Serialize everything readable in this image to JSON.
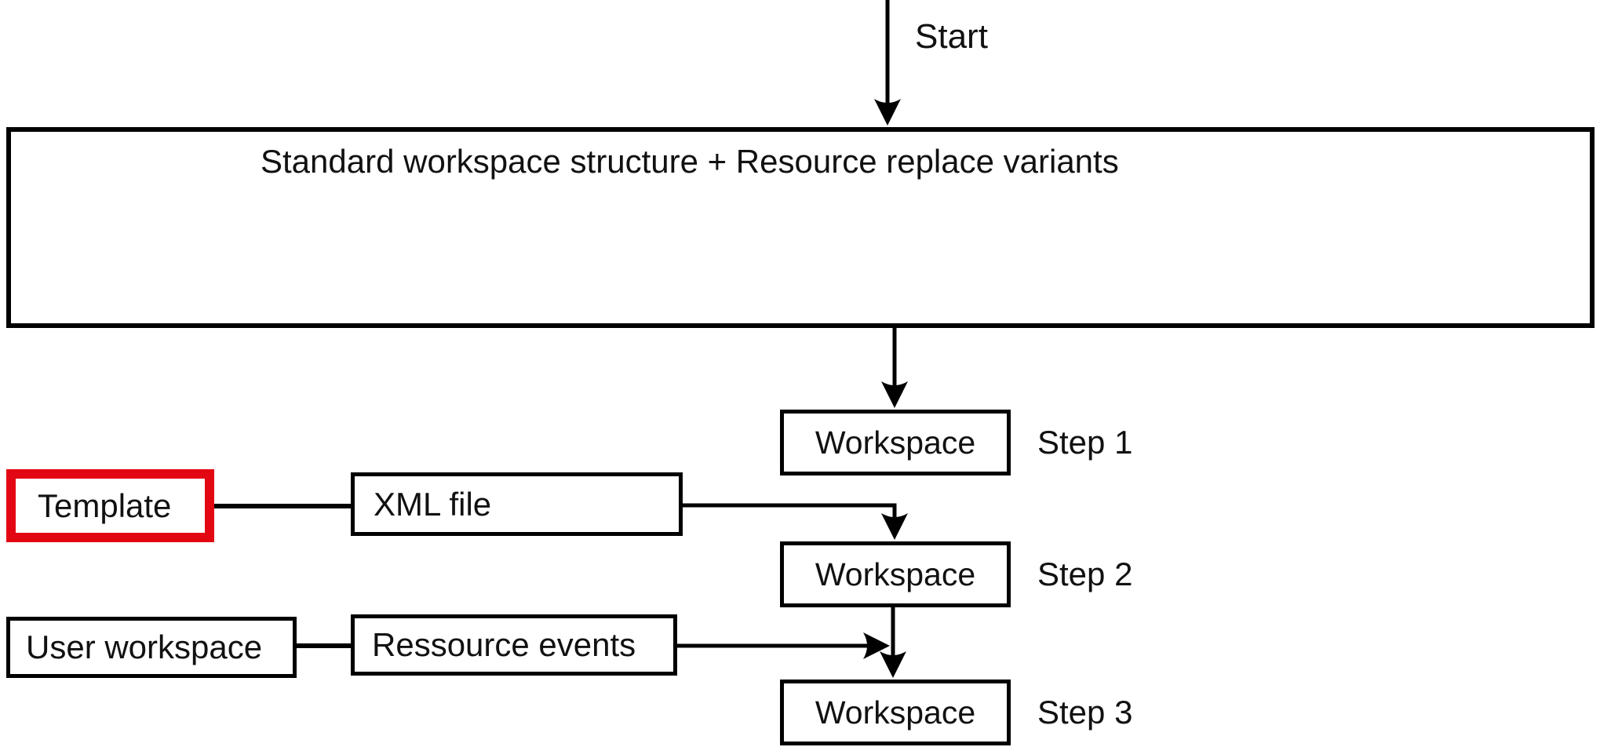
{
  "colors": {
    "line": "#000000",
    "highlight_red": "#e30613",
    "background": "#ffffff",
    "text": "#111111"
  },
  "diagram": {
    "start_label": "Start",
    "main_box_label": "Standard workspace structure + Resource replace variants",
    "template_label": "Template",
    "xml_file_label": "XML file",
    "user_workspace_label": "User workspace",
    "ressource_events_label": "Ressource events",
    "workspace_steps": [
      {
        "box": "Workspace",
        "step": "Step 1"
      },
      {
        "box": "Workspace",
        "step": "Step 2"
      },
      {
        "box": "Workspace",
        "step": "Step 3"
      }
    ]
  }
}
